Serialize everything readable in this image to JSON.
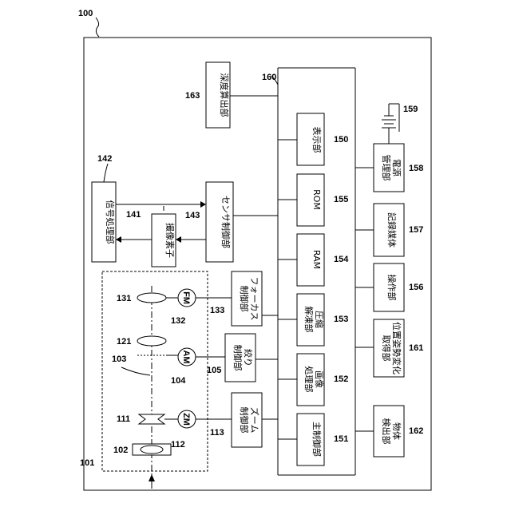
{
  "figure": {
    "ref_main": "100",
    "ref_camera": "101",
    "bus_ref": "160"
  },
  "blocks": {
    "depth_calc": {
      "ref": "163",
      "lines": [
        "深度算出部"
      ]
    },
    "display": {
      "ref": "150",
      "lines": [
        "表示部"
      ]
    },
    "rom": {
      "ref": "155",
      "lines": [
        "ROM"
      ]
    },
    "ram": {
      "ref": "154",
      "lines": [
        "RAM"
      ]
    },
    "compress": {
      "ref": "153",
      "lines": [
        "圧縮",
        "解凍部"
      ]
    },
    "image_proc": {
      "ref": "152",
      "lines": [
        "画像",
        "処理部"
      ]
    },
    "main_ctrl": {
      "ref": "151",
      "lines": [
        "主制御部"
      ]
    },
    "power": {
      "ref": "158",
      "lines": [
        "電源",
        "管理部"
      ]
    },
    "media": {
      "ref": "157",
      "lines": [
        "記録媒体"
      ]
    },
    "operation": {
      "ref": "156",
      "lines": [
        "操作部"
      ]
    },
    "posture": {
      "ref": "161",
      "lines": [
        "位置姿勢変化",
        "取得部"
      ]
    },
    "object_detect": {
      "ref": "162",
      "lines": [
        "物体",
        "検出部"
      ]
    },
    "signal_proc": {
      "ref": "142",
      "lines": [
        "信号処理部"
      ]
    },
    "imager": {
      "ref": "141",
      "lines": [
        "撮像素子"
      ]
    },
    "sensor_ctrl": {
      "ref": "143",
      "lines": [
        "センサ制御部"
      ]
    },
    "focus_ctrl": {
      "ref": "133",
      "lines": [
        "フォーカス",
        "制御部"
      ]
    },
    "aperture_ctrl": {
      "ref": "105",
      "lines": [
        "絞り",
        "制御部"
      ]
    },
    "zoom_ctrl": {
      "ref": "113",
      "lines": [
        "ズーム",
        "制御部"
      ]
    }
  },
  "motors": {
    "fm": {
      "label": "FM",
      "ref": "132"
    },
    "am": {
      "label": "AM",
      "ref": "104"
    },
    "zm": {
      "label": "ZM",
      "ref": "112"
    }
  },
  "optics": {
    "focus_lens_ref": "131",
    "aperture_ref": "121",
    "axis_ref": "103",
    "zoom_lens_ref": "111",
    "front_lens_ref": "102"
  },
  "battery": {
    "ref": "159"
  }
}
